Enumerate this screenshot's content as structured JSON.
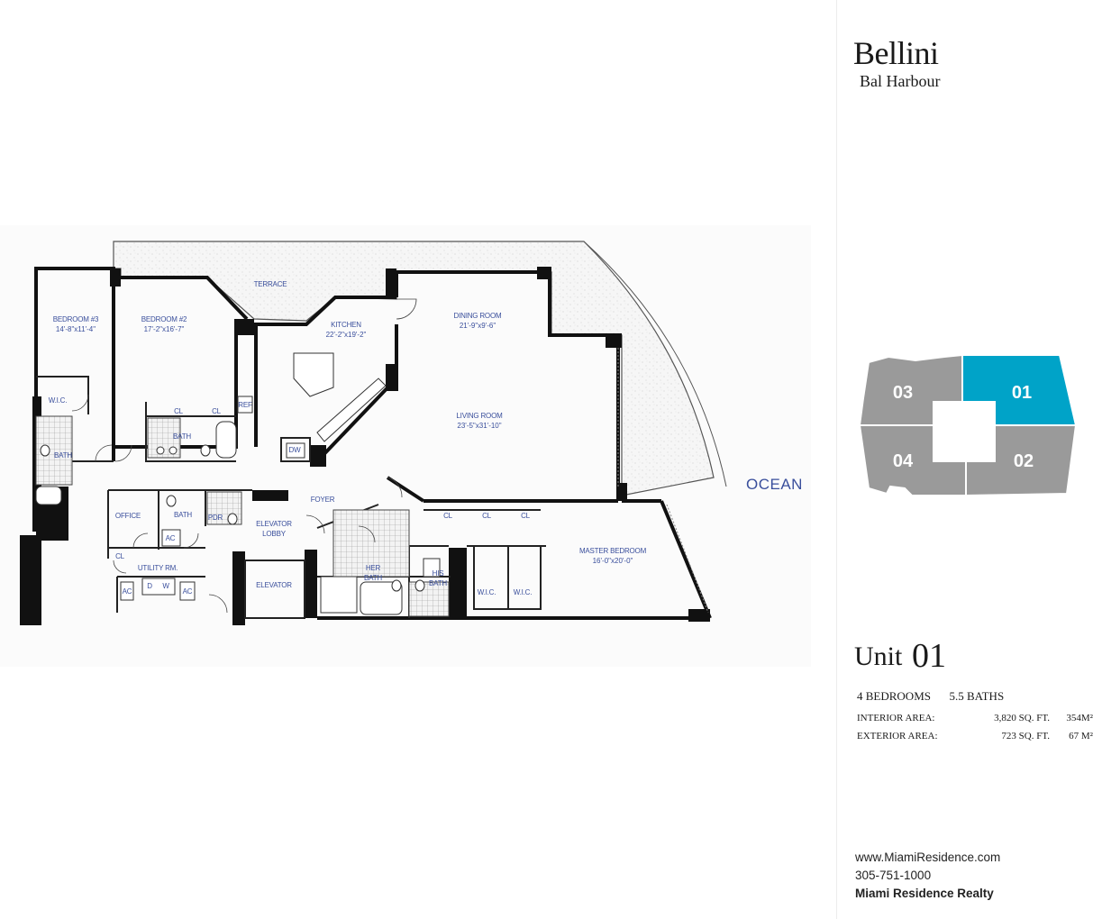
{
  "building": {
    "name": "Bellini",
    "location": "Bal Harbour"
  },
  "unit": {
    "label": "Unit",
    "number": "01",
    "bedrooms": "4 BEDROOMS",
    "baths": "5.5 BATHS"
  },
  "areas": {
    "interior": {
      "label": "INTERIOR AREA:",
      "sqft": "3,820 SQ. FT.",
      "m2": "354M²"
    },
    "exterior": {
      "label": "EXTERIOR AREA:",
      "sqft": "723 SQ. FT.",
      "m2": "67 M²"
    }
  },
  "contact": {
    "website": "www.MiamiResidence.com",
    "phone": "305-751-1000",
    "company": "Miami Residence Realty"
  },
  "keyplan": {
    "units": [
      "03",
      "01",
      "04",
      "02"
    ],
    "selected": "01",
    "colors": {
      "selected": "#00a3c8",
      "other": "#9a9a9a"
    }
  },
  "ocean_label": "OCEAN",
  "rooms": {
    "terrace": "TERRACE",
    "bedroom3": "BEDROOM #3",
    "bedroom3_dim": "14'-8\"x11'-4\"",
    "bedroom2": "BEDROOM #2",
    "bedroom2_dim": "17'-2\"x16'-7\"",
    "kitchen": "KITCHEN",
    "kitchen_dim": "22'-2\"x19'-2\"",
    "dining": "DINING ROOM",
    "dining_dim": "21'-9\"x9'-6\"",
    "living": "LIVING ROOM",
    "living_dim": "23'-5\"x31'-10\"",
    "wic": "W.I.C.",
    "bath": "BATH",
    "cl": "CL",
    "office": "OFFICE",
    "pdr": "PDR",
    "ac": "AC",
    "utility": "UTILITY RM.",
    "d": "D",
    "w": "W",
    "elevator_lobby1": "ELEVATOR",
    "elevator_lobby2": "LOBBY",
    "elevator": "ELEVATOR",
    "foyer": "FOYER",
    "her_bath1": "HER",
    "her_bath2": "BATH",
    "his_bath1": "HIS",
    "his_bath2": "BATH",
    "master": "MASTER BEDROOM",
    "master_dim": "16'-0\"x20'-0\"",
    "ref": "REF",
    "dw": "DW"
  }
}
